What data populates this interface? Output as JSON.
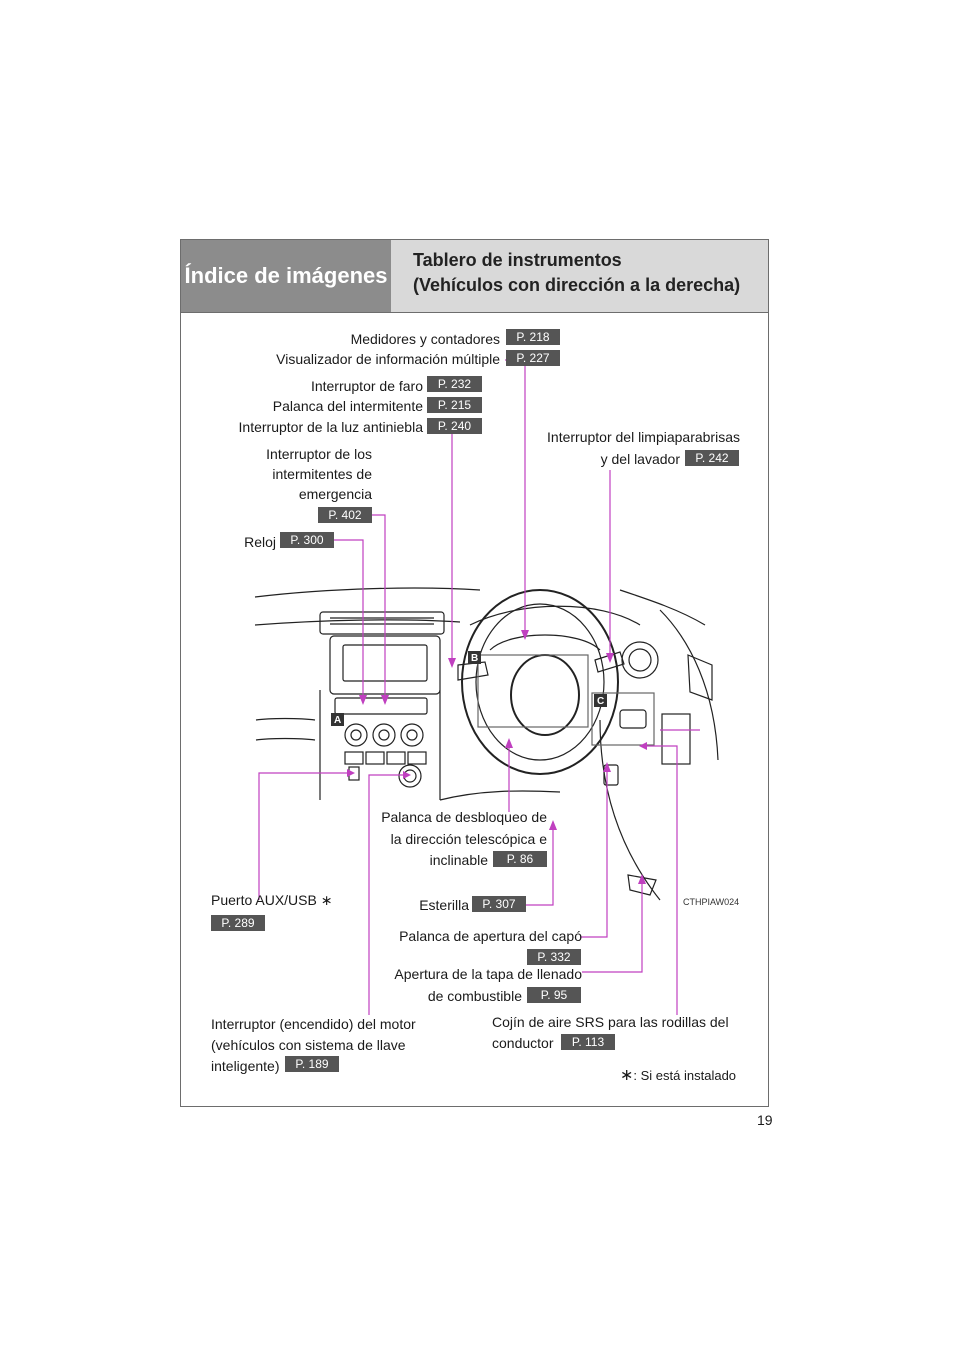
{
  "header": {
    "section": "Índice de imágenes",
    "title_line1": "Tablero de instrumentos",
    "title_line2": "(Vehículos con dirección a la derecha)"
  },
  "callouts": {
    "meters": {
      "label": "Medidores y contadores",
      "page": "P. 218"
    },
    "mid": {
      "label": "Visualizador de información múltiple",
      "page": "P. 227"
    },
    "headlight": {
      "label": "Interruptor de faro",
      "page": "P. 232"
    },
    "turn": {
      "label": "Palanca del intermitente",
      "page": "P. 215"
    },
    "fog": {
      "label": "Interruptor de la luz antiniebla",
      "page": "P. 240"
    },
    "hazard": {
      "line1": "Interruptor de los",
      "line2": "intermitentes de",
      "line3": "emergencia",
      "page": "P. 402"
    },
    "clock": {
      "label": "Reloj",
      "page": "P. 300"
    },
    "wiper": {
      "line1": "Interruptor del limpiaparabrisas",
      "line2": "y del lavador",
      "page": "P. 242"
    },
    "tilt": {
      "line1": "Palanca de desbloqueo de",
      "line2": "la dirección telescópica e",
      "line3": "inclinable",
      "page": "P. 86"
    },
    "aux": {
      "label": "Puerto AUX/USB",
      "star": "∗",
      "page": "P. 289"
    },
    "mat": {
      "label": "Esterilla",
      "page": "P. 307"
    },
    "hood": {
      "label": "Palanca de apertura del capó",
      "page": "P. 332"
    },
    "fuel": {
      "line1": "Apertura de la tapa de llenado",
      "line2": "de combustible",
      "page": "P. 95"
    },
    "engine": {
      "line1": "Interruptor (encendido) del motor",
      "line2": "(vehículos con sistema de llave",
      "line3": "inteligente)",
      "page": "P. 189"
    },
    "knee": {
      "line1": "Cojín de aire SRS para las rodillas del",
      "line2": "conductor",
      "page": "P. 113"
    }
  },
  "diagram": {
    "markers": [
      "A",
      "B",
      "C"
    ],
    "code": "CTHPIAW024",
    "leader_color": "#c040c0"
  },
  "footnote": {
    "star": "∗",
    "text": ": Si está instalado"
  },
  "page_number": "19"
}
